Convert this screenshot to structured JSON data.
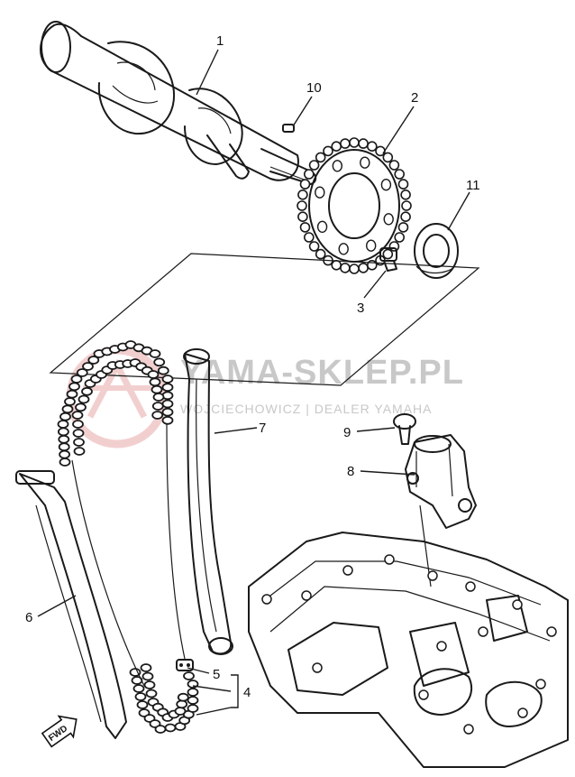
{
  "diagram": {
    "callouts": {
      "c1": "1",
      "c2": "2",
      "c3": "3",
      "c4": "4",
      "c5": "5",
      "c6": "6",
      "c7": "7",
      "c8": "8",
      "c9": "9",
      "c10": "10",
      "c11": "11"
    },
    "direction_marker": "FWD"
  },
  "watermark": {
    "title": "YAMA-SKLEP.PL",
    "subtitle": "WOJCIECHOWICZ | DEALER YAMAHA",
    "color": "#c8c8c8",
    "logo_color": "#e8b0b0"
  }
}
